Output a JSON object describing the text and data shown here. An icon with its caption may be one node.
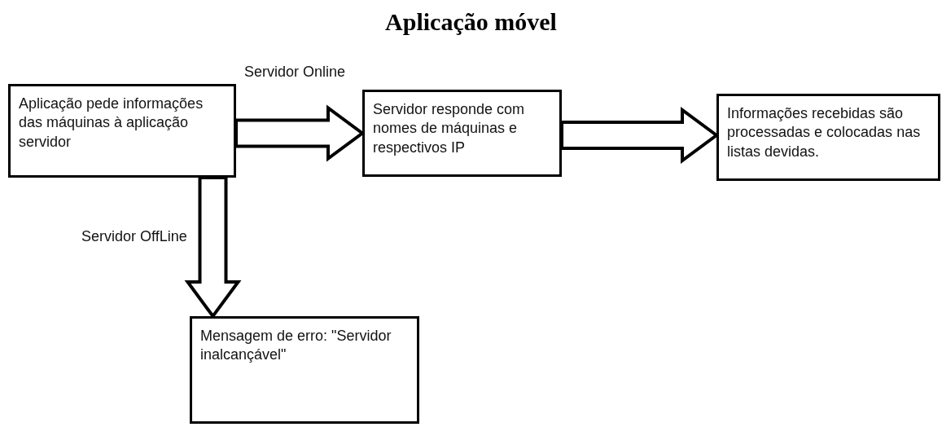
{
  "diagram": {
    "title": "Aplicação móvel",
    "nodes": [
      {
        "text": [
          "Aplicação pede informações das máquinas à aplicação servidor"
        ]
      },
      {
        "text": [
          "Servidor responde com nomes de máquinas e respectivos IP"
        ]
      },
      {
        "text": [
          "Informações recebidas são processadas e colocadas nas listas devidas."
        ]
      },
      {
        "text": [
          "Mensagem de erro: \"Servidor inalcançável\""
        ]
      }
    ],
    "edges": [
      {
        "from": 0,
        "to": 1,
        "arrow": "to",
        "label": "Servidor Online"
      },
      {
        "from": 1,
        "to": 2,
        "arrow": "to"
      },
      {
        "from": 0,
        "to": 3,
        "arrow": "to",
        "label": "Servidor OffLine"
      }
    ]
  }
}
